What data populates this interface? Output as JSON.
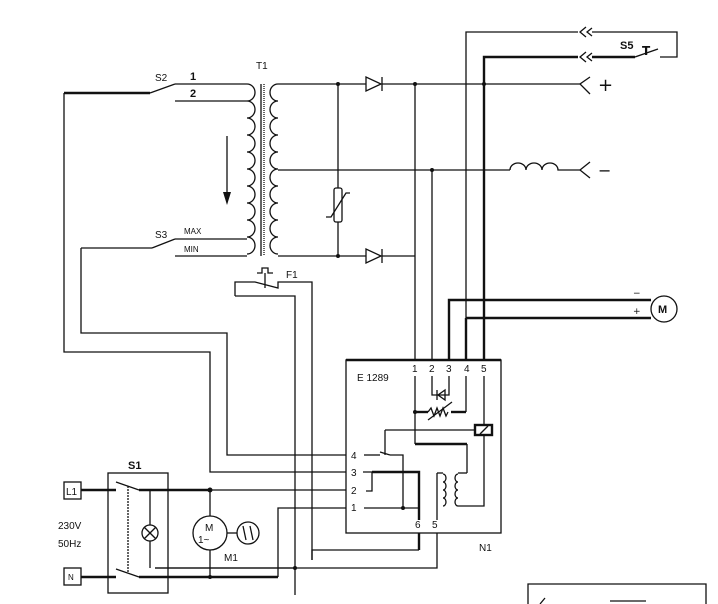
{
  "diagram": {
    "type": "electrical-schematic",
    "description": "Welding machine wiring diagram with transformer, rectifier, control board and fan motor"
  },
  "components": {
    "transformer": {
      "ref": "T1"
    },
    "switch_s2": {
      "ref": "S2",
      "taps": [
        "1",
        "2"
      ]
    },
    "switch_s3": {
      "ref": "S3",
      "taps": [
        "MAX",
        "MIN"
      ]
    },
    "thermal_fuse": {
      "ref": "F1"
    },
    "main_switch": {
      "ref": "S1"
    },
    "fan_motor": {
      "ref": "M1",
      "symbol_text": "M",
      "phase_text": "1~"
    },
    "control_board": {
      "ref": "N1",
      "part_number": "E 1289",
      "top_pins": [
        "1",
        "2",
        "3",
        "4",
        "5"
      ],
      "left_pins": [
        "4",
        "3",
        "2",
        "1"
      ],
      "bottom_pins": [
        "6",
        "5"
      ]
    },
    "torch_switch": {
      "ref": "S5",
      "symbol": "T"
    },
    "wire_motor": {
      "minus": "−",
      "plus": "+",
      "symbol": "M"
    }
  },
  "supply": {
    "line": "L1",
    "neutral": "N",
    "voltage": "230V",
    "frequency": "50Hz"
  },
  "outputs": {
    "positive": "+",
    "negative": "−"
  }
}
